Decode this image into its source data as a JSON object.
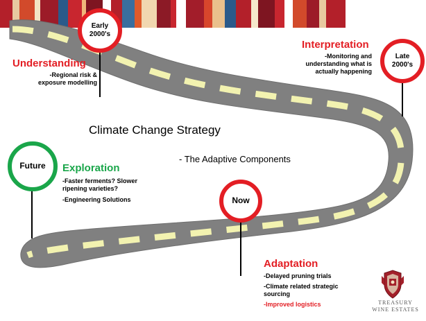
{
  "slide": {
    "title": "Climate Change Strategy",
    "subtitle": "- The Adaptive Components"
  },
  "milestones": {
    "early": {
      "label_line1": "Early",
      "label_line2": "2000's",
      "color": "#e31e24"
    },
    "late": {
      "label_line1": "Late",
      "label_line2": "2000's",
      "color": "#e31e24"
    },
    "now": {
      "label": "Now",
      "color": "#e31e24"
    },
    "future": {
      "label": "Future",
      "color": "#1aa64a"
    }
  },
  "sections": {
    "understanding": {
      "heading": "Understanding",
      "color": "#e31e24",
      "items": [
        "-Regional risk &",
        "exposure modelling"
      ]
    },
    "interpretation": {
      "heading": "Interpretation",
      "color": "#e31e24",
      "items": [
        "-Monitoring and",
        "understanding what is",
        "actually happening"
      ]
    },
    "exploration": {
      "heading": "Exploration",
      "color": "#1aa64a",
      "items": [
        "-Faster ferments? Slower",
        "ripening varieties?",
        "-Engineering Solutions"
      ]
    },
    "adaptation": {
      "heading": "Adaptation",
      "color": "#e31e24",
      "items": [
        "-Delayed pruning trials",
        "-Climate related strategic",
        "sourcing",
        "-Improved logistics"
      ],
      "highlight_color": "#e31e24"
    }
  },
  "logo": {
    "line1": "TREASURY",
    "line2": "WINE ESTATES",
    "crest": "crest-icon"
  },
  "colors": {
    "road": "#808080",
    "road_line": "#f2f2b0",
    "stripes": [
      "#b3202a",
      "#e8c9a0",
      "#d24a2b",
      "#f3e4c4",
      "#9c1b28",
      "#2b5a8a",
      "#c8262f",
      "#efb77a",
      "#7e1521",
      "#ffffff",
      "#b3202a",
      "#3a6e9e",
      "#e05a2a",
      "#f1d7b0",
      "#8c1a26",
      "#c8262f",
      "#ffffff",
      "#a21d2a",
      "#d8462c",
      "#eac08c",
      "#2b5a8a",
      "#b3202a",
      "#f5e8cc",
      "#7e1521",
      "#c8262f",
      "#ffffff",
      "#d24a2b",
      "#9c1b28",
      "#e8c9a0",
      "#b3202a"
    ]
  }
}
